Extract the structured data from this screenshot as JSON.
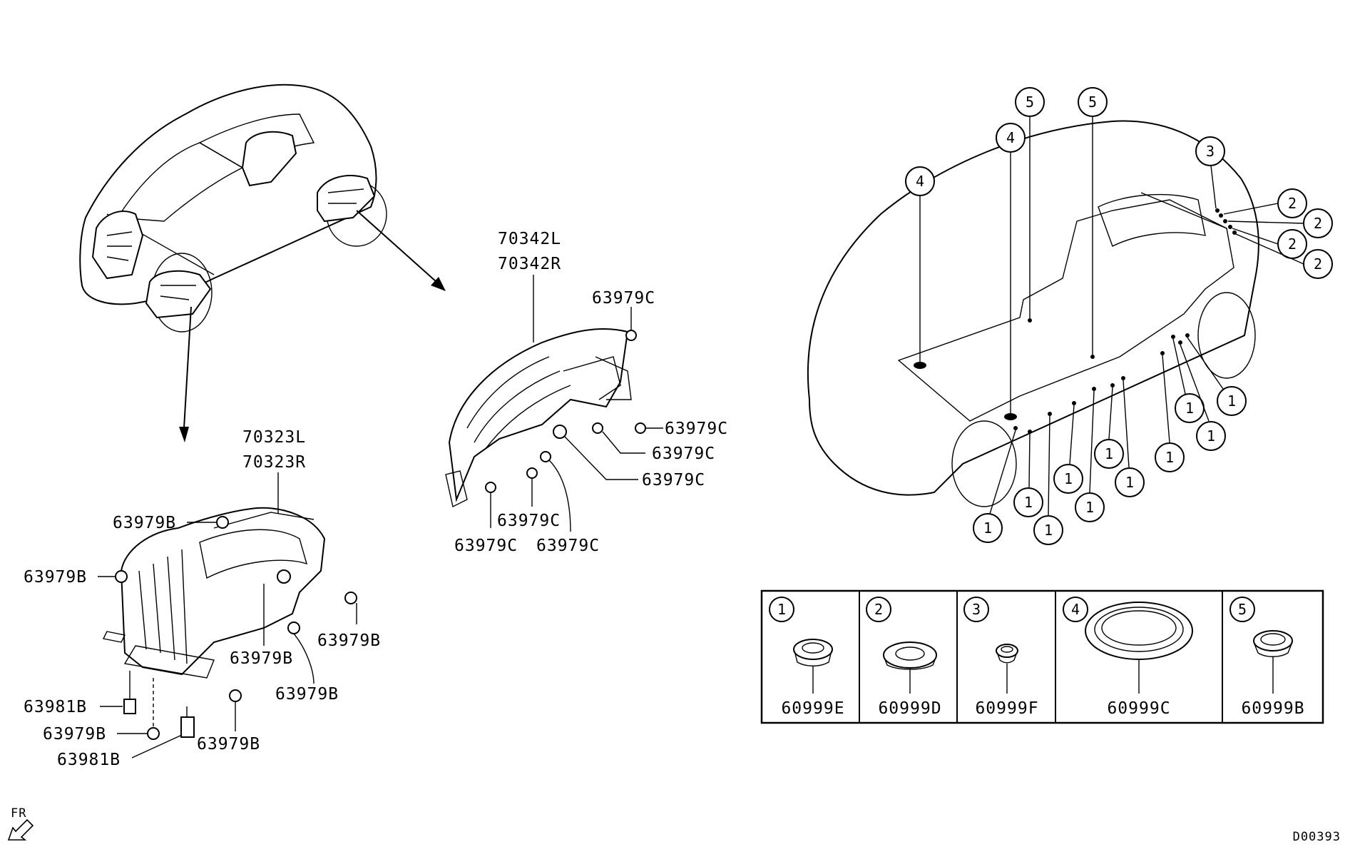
{
  "diagram": {
    "front_liner": {
      "labels": [
        "70323L",
        "70323R"
      ]
    },
    "rear_liner": {
      "labels": [
        "70342L",
        "70342R"
      ]
    },
    "front_fasteners": [
      {
        "id": "f1",
        "code": "63979B"
      },
      {
        "id": "f2",
        "code": "63979B"
      },
      {
        "id": "f3",
        "code": "63979B"
      },
      {
        "id": "f4",
        "code": "63979B"
      },
      {
        "id": "f5",
        "code": "63979B"
      },
      {
        "id": "f6",
        "code": "63979B"
      },
      {
        "id": "f7",
        "code": "63981B"
      },
      {
        "id": "f8",
        "code": "63979B"
      },
      {
        "id": "f9",
        "code": "63981B"
      }
    ],
    "rear_fasteners": [
      {
        "id": "r1",
        "code": "63979C"
      },
      {
        "id": "r2",
        "code": "63979C"
      },
      {
        "id": "r3",
        "code": "63979C"
      },
      {
        "id": "r4",
        "code": "63979C"
      },
      {
        "id": "r5",
        "code": "63979C"
      },
      {
        "id": "r6",
        "code": "63979C"
      },
      {
        "id": "r7",
        "code": "63979C"
      }
    ],
    "underbody_callouts": [
      "1",
      "2",
      "3",
      "4",
      "5"
    ],
    "legend": [
      {
        "num": "1",
        "code": "60999E"
      },
      {
        "num": "2",
        "code": "60999D"
      },
      {
        "num": "3",
        "code": "60999F"
      },
      {
        "num": "4",
        "code": "60999C"
      },
      {
        "num": "5",
        "code": "60999B"
      }
    ],
    "fr_label": "FR",
    "diagram_id": "D00393"
  }
}
